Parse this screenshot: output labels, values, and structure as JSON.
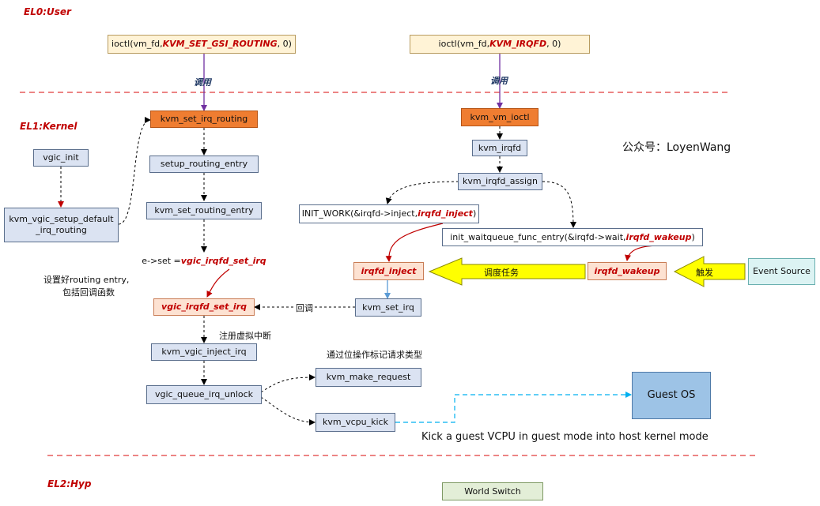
{
  "levels": {
    "el0": "EL0:User",
    "el1": "EL1:Kernel",
    "el2": "EL2:Hyp"
  },
  "user": {
    "ioctl1_pre": "ioctl(vm_fd, ",
    "ioctl1_em": "KVM_SET_GSI_ROUTING",
    "ioctl1_post": ", 0)",
    "ioctl2_pre": "ioctl(vm_fd, ",
    "ioctl2_em": "KVM_IRQFD",
    "ioctl2_post": ", 0)",
    "call_label": "调用"
  },
  "left_flow": {
    "vgic_init": "vgic_init",
    "vgic_setup_line1": "kvm_vgic_setup_default",
    "vgic_setup_line2": "_irq_routing",
    "kvm_set_irq_routing": "kvm_set_irq_routing",
    "setup_routing_entry": "setup_routing_entry",
    "kvm_set_routing_entry": "kvm_set_routing_entry",
    "eset_pre": "e->set = ",
    "eset_em": "vgic_irqfd_set_irq",
    "note_line1": "设置好routing entry,",
    "note_line2": "包括回调函数",
    "vgic_irqfd_set_irq": "vgic_irqfd_set_irq",
    "callback_label": "回调",
    "register_label": "注册虚拟中断",
    "kvm_vgic_inject_irq": "kvm_vgic_inject_irq",
    "vgic_queue_irq_unlock": "vgic_queue_irq_unlock",
    "request_note": "通过位操作标记请求类型",
    "kvm_make_request": "kvm_make_request",
    "kvm_vcpu_kick": "kvm_vcpu_kick",
    "kick_note": "Kick a guest VCPU in guest mode into host kernel mode",
    "guest_os": "Guest OS"
  },
  "right_flow": {
    "kvm_vm_ioctl": "kvm_vm_ioctl",
    "kvm_irqfd": "kvm_irqfd",
    "kvm_irqfd_assign": "kvm_irqfd_assign",
    "watermark": "公众号：LoyenWang",
    "init_work_pre": "INIT_WORK(&irqfd->inject, ",
    "init_work_em": "irqfd_inject",
    "init_work_post": ")",
    "init_wait_pre": "init_waitqueue_func_entry(&irqfd->wait, ",
    "init_wait_em": "irqfd_wakeup",
    "init_wait_post": ")",
    "irqfd_inject": "irqfd_inject",
    "schedule_label": "调度任务",
    "irqfd_wakeup": "irqfd_wakeup",
    "trigger_label": "触发",
    "event_source": "Event Source",
    "kvm_set_irq": "kvm_set_irq"
  },
  "hyp": {
    "world_switch": "World Switch"
  },
  "colors": {
    "red_dashed": "#e03a3a",
    "purple": "#7030a0",
    "yellow_arrow": "#ffff00",
    "cyan_dashed": "#00b0f0"
  }
}
